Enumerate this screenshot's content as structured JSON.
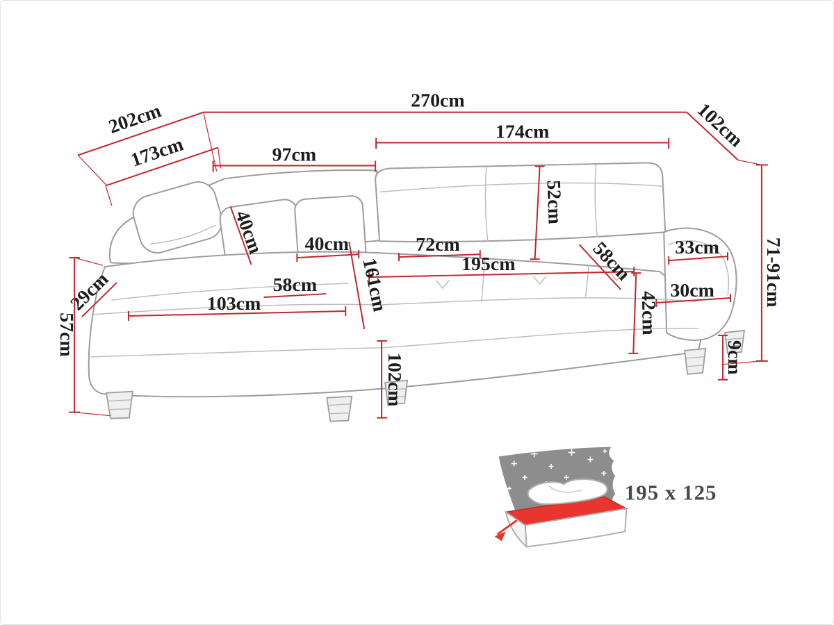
{
  "diagram": {
    "subject": "corner-sofa-dimension-drawing",
    "unit": "cm",
    "colors": {
      "dimension_line": "#c1272d",
      "sofa_outline": "#9c9c9c",
      "label_text": "#1d1d1d",
      "icon_gray": "#8d8d8d",
      "mattress_red": "#e8352e"
    }
  },
  "dimensions": {
    "total_width": "270cm",
    "left_depth_outer": "202cm",
    "right_depth": "102cm",
    "left_depth_inner": "173cm",
    "back_left_width": "97cm",
    "back_right_width": "174cm",
    "backrest_height": "52cm",
    "cushion_height": "40cm",
    "cushion_width": "40cm",
    "seat_depth": "72cm",
    "bed_length": "195cm",
    "seat_diagonal": "58cm",
    "chaise_seat_width": "58cm",
    "left_arm_width": "29cm",
    "chaise_seat_length": "103cm",
    "chaise_length": "161cm",
    "seat_height": "42cm",
    "right_seat_edge": "30cm",
    "right_arm_width": "33cm",
    "height_range": "71-91cm",
    "side_height": "57cm",
    "front_height": "102cm",
    "leg_height": "9cm"
  },
  "sleeping_area": {
    "label": "195 x 125"
  }
}
